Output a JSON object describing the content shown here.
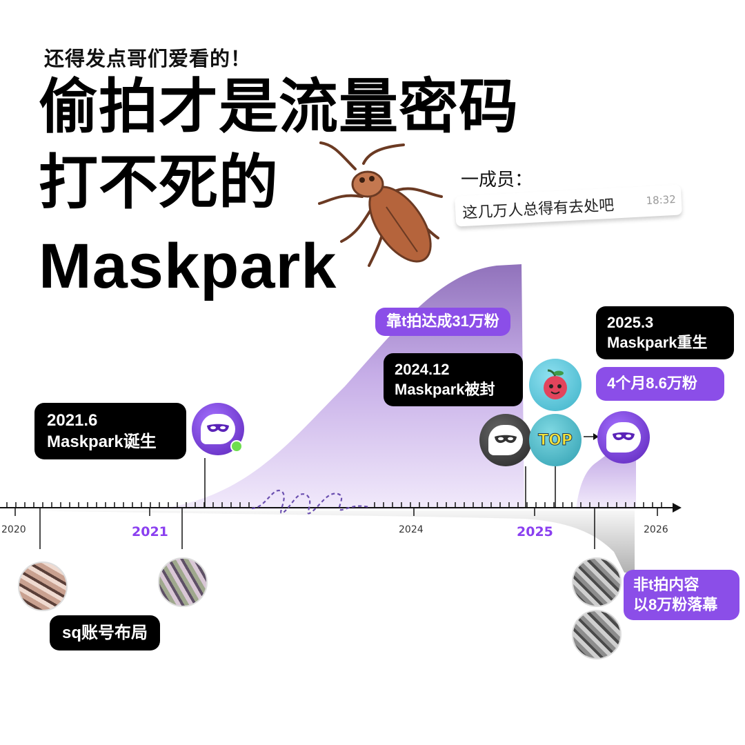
{
  "header": {
    "subtitle": "还得发点哥们爱看的！",
    "title_line1": "偷拍才是流量密码",
    "title_line2": "打不死的",
    "title_line3": "Maskpark"
  },
  "chat": {
    "name": "一成员：",
    "message": "这几万人总得有去处吧",
    "time": "18:32"
  },
  "timeline": {
    "year_labels": [
      "2020",
      "2021",
      "2024",
      "2025",
      "2026"
    ],
    "highlighted_years": [
      "2021",
      "2025"
    ]
  },
  "events": {
    "birth_date": "2021.6",
    "birth_text": "Maskpark诞生",
    "sq_layout": "sq账号布局",
    "fans_31w": "靠t拍达成31万粉",
    "banned_date": "2024.12",
    "banned_text": "Maskpark被封",
    "reborn_date": "2025.3",
    "reborn_text": "Maskpark重生",
    "fans_86k": "4个月8.6万粉",
    "ending_line1": "非t拍内容",
    "ending_line2": "以8万粉落幕"
  },
  "icons": {
    "app_badge": "TOP",
    "insect": "cockroach-icon",
    "mask": "mask-icon"
  },
  "colors": {
    "accent_purple": "#8b4ee8",
    "year_highlight": "#8a3ff0",
    "tag_black": "#000000"
  }
}
